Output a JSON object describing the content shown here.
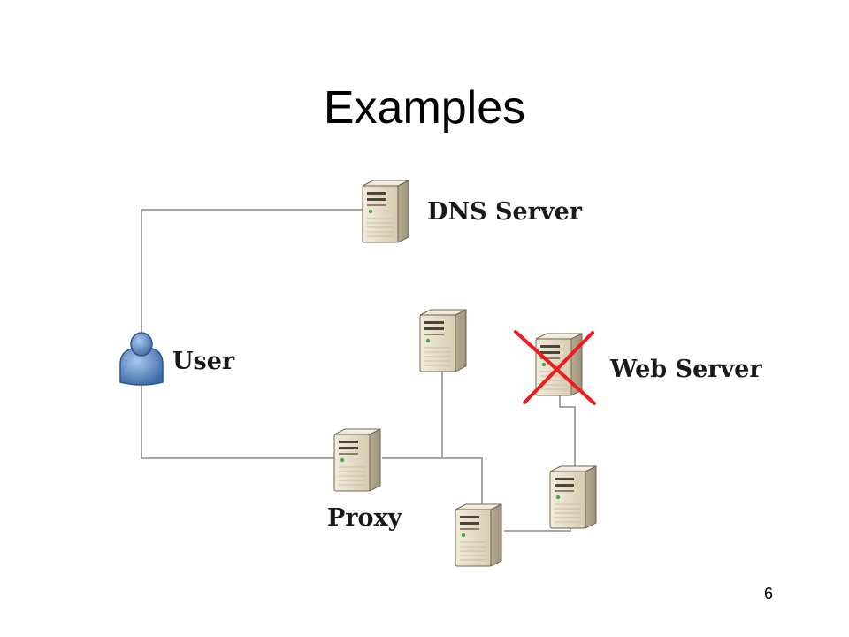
{
  "slide": {
    "title": "Examples",
    "page_number": "6"
  },
  "labels": {
    "dns": "DNS Server",
    "user": "User",
    "web": "Web Server",
    "proxy": "Proxy"
  },
  "colors": {
    "link": "#a6a6a6",
    "cross": "#ee1c1c",
    "server_body": "#e3dac4",
    "user_blue": "#4f7fbd"
  },
  "icons": [
    "user-icon",
    "server-icon"
  ]
}
